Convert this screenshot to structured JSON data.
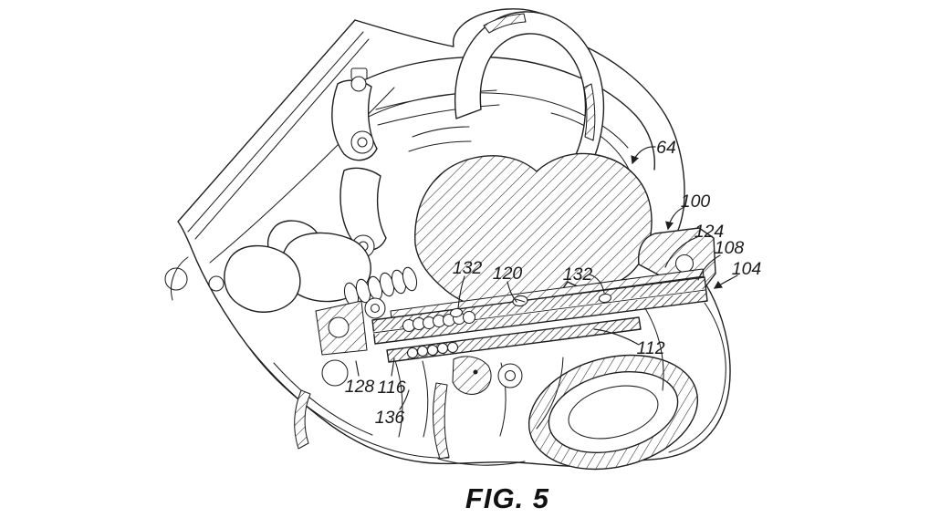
{
  "figure": {
    "caption": "FIG. 5",
    "labels": [
      {
        "text": "64"
      },
      {
        "text": "100"
      },
      {
        "text": "124"
      },
      {
        "text": "108"
      },
      {
        "text": "104"
      },
      {
        "text": "132"
      },
      {
        "text": "120"
      },
      {
        "text": "132"
      },
      {
        "text": "112"
      },
      {
        "text": "128"
      },
      {
        "text": "116"
      },
      {
        "text": "136"
      }
    ],
    "colors": {
      "line": "#1f1f1f",
      "background": "#ffffff",
      "hatch": "#2a2a2a"
    }
  }
}
